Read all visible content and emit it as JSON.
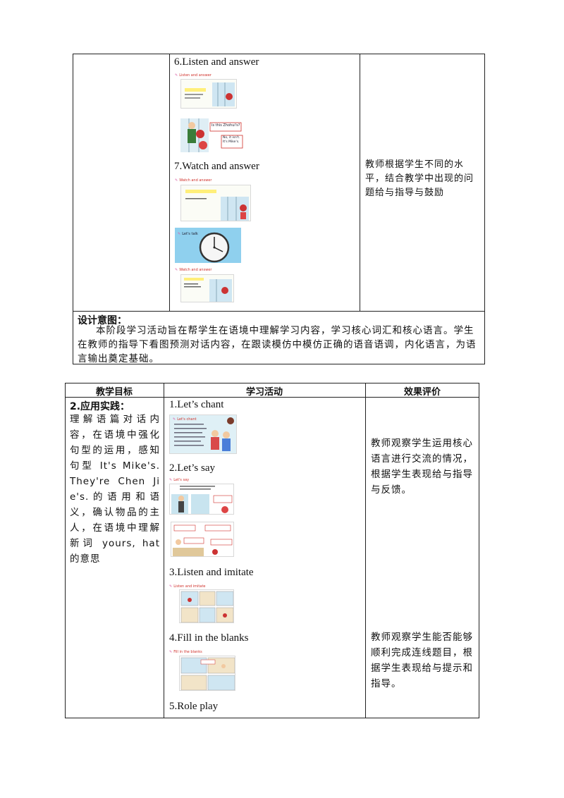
{
  "table1": {
    "activities": [
      {
        "label": "6.Listen and answer",
        "tag": "Listen and answer",
        "bubbles": [
          "Is this Zhohui's?",
          "No, it isn't. It's Mike's."
        ]
      },
      {
        "label": "7.Watch and answer",
        "tag": "Watch and answer",
        "subtag": "Let's talk",
        "tag2": "Watch and answer"
      }
    ],
    "evaluation": "教师根据学生不同的水平，结合教学中出现的问题给与指导与鼓励",
    "design_title": "设计意图：",
    "design_text": "本阶段学习活动旨在帮学生在语境中理解学习内容，学习核心词汇和核心语言。学生在教师的指导下看图预测对话内容，在跟读模仿中模仿正确的语音语调，内化语言，为语言输出奠定基础。"
  },
  "table2": {
    "headers": [
      "教学目标",
      "学习活动",
      "效果评价"
    ],
    "goal_title": "2.应用实践：",
    "goal_text": "理解语篇对话内容，在语境中强化句型的运用，感知句型 It's Mike's. They're Chen Jie's.的语用和语义，确认物品的主人，在语境中理解新词 yours, hat 的意思",
    "activities": [
      {
        "label": "1.Let’s chant",
        "tag": "Let's chant"
      },
      {
        "label": "2.Let’s say",
        "tag": "Let's say"
      },
      {
        "label": "3.Listen and imitate",
        "tag": "Listen and imitate"
      },
      {
        "label": "4.Fill in the blanks",
        "tag": "Fill in the blanks"
      },
      {
        "label": "5.Role play"
      }
    ],
    "evaluations": [
      "教师观察学生运用核心语言进行交流的情况，根据学生表现给与指导与反馈。",
      "教师观察学生能否能够顺利完成连线题目，根据学生表现给与提示和指导。"
    ]
  }
}
